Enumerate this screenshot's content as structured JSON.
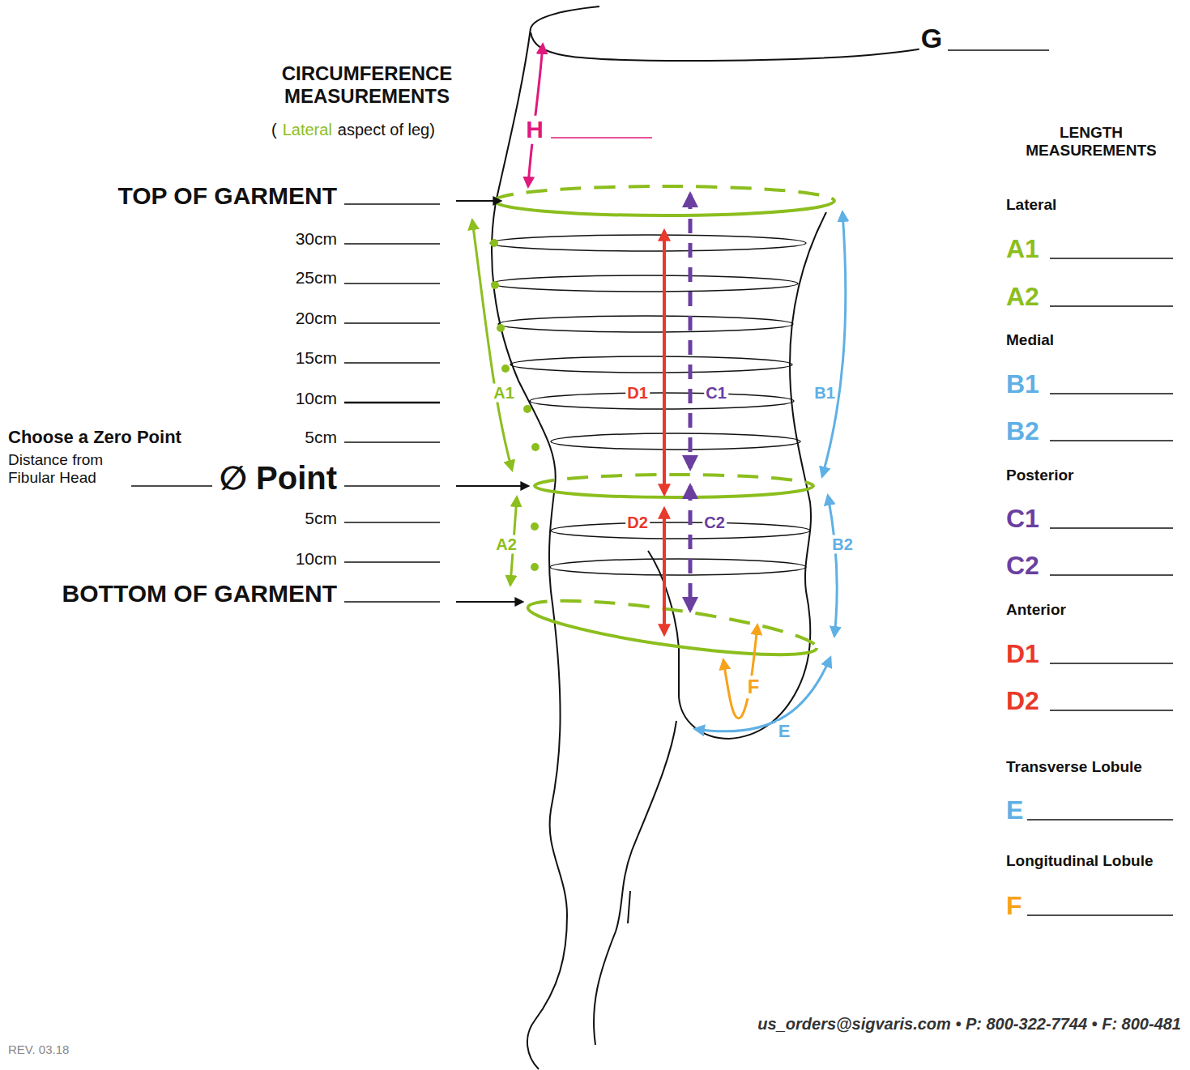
{
  "diagram": {
    "labels": [
      "G",
      "CIRCUMFERENCE MEASUREMENTS",
      "(",
      "Lateral",
      "aspect of leg)",
      "H",
      "LENGTH MEASUREMENTS",
      "TOP OF GARMENT",
      "30cm",
      "25cm",
      "20cm",
      "15cm",
      "10cm",
      "5cm",
      "Choose a Zero Point",
      "Distance from Fibular Head",
      "∅ Point",
      "5cm",
      "10cm",
      "BOTTOM OF GARMENT",
      "A1",
      "D1",
      "C1",
      "B1",
      "A2",
      "D2",
      "C2",
      "B2",
      "F",
      "E",
      "Lateral",
      "A1",
      "A2",
      "Medial",
      "B1",
      "B2",
      "Posterior",
      "C1",
      "C2",
      "Anterior",
      "D1",
      "D2",
      "Transverse Lobule",
      "E",
      "Longitudinal Lobule",
      "F",
      "us_orders@sigvaris.com • P: 800-322-7744 • F: 800-481",
      "REV. 03.18"
    ]
  }
}
